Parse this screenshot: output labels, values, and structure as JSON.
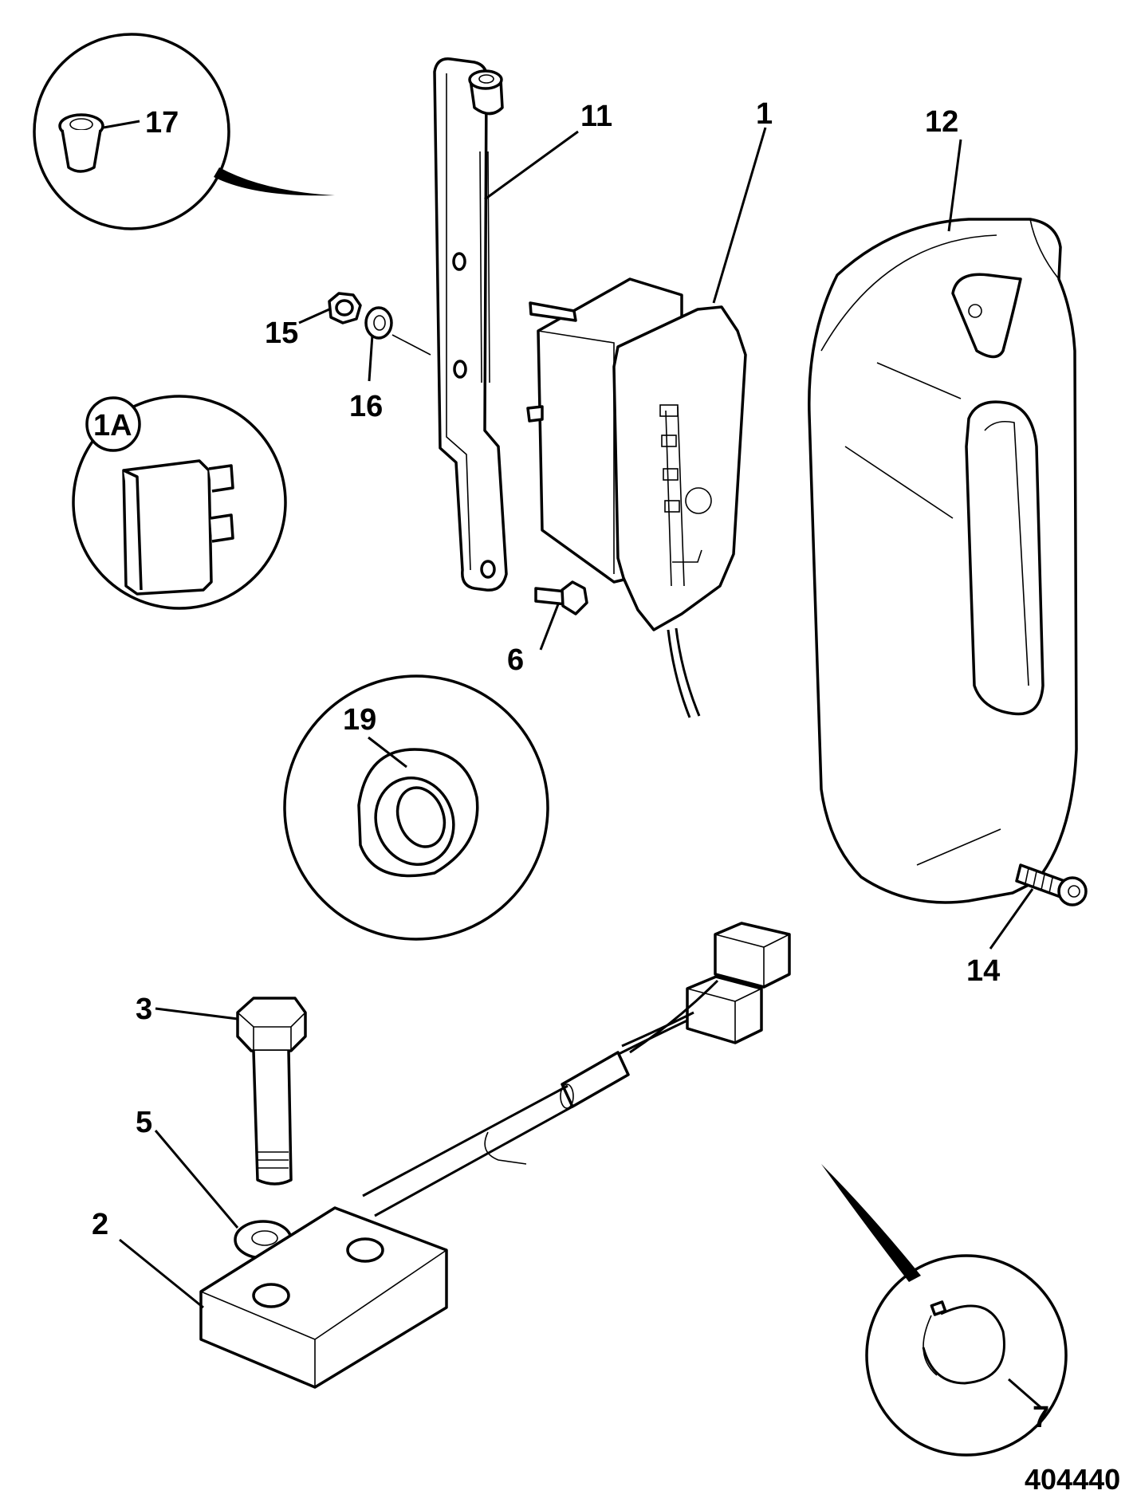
{
  "diagram": {
    "reference_number": "404440",
    "callouts": [
      {
        "id": "17",
        "text": "17"
      },
      {
        "id": "11",
        "text": "11"
      },
      {
        "id": "1",
        "text": "1"
      },
      {
        "id": "12",
        "text": "12"
      },
      {
        "id": "15",
        "text": "15"
      },
      {
        "id": "16",
        "text": "16"
      },
      {
        "id": "1A",
        "text": "1A"
      },
      {
        "id": "6",
        "text": "6"
      },
      {
        "id": "19",
        "text": "19"
      },
      {
        "id": "14",
        "text": "14"
      },
      {
        "id": "3",
        "text": "3"
      },
      {
        "id": "5",
        "text": "5"
      },
      {
        "id": "2",
        "text": "2"
      },
      {
        "id": "7",
        "text": "7"
      }
    ]
  }
}
